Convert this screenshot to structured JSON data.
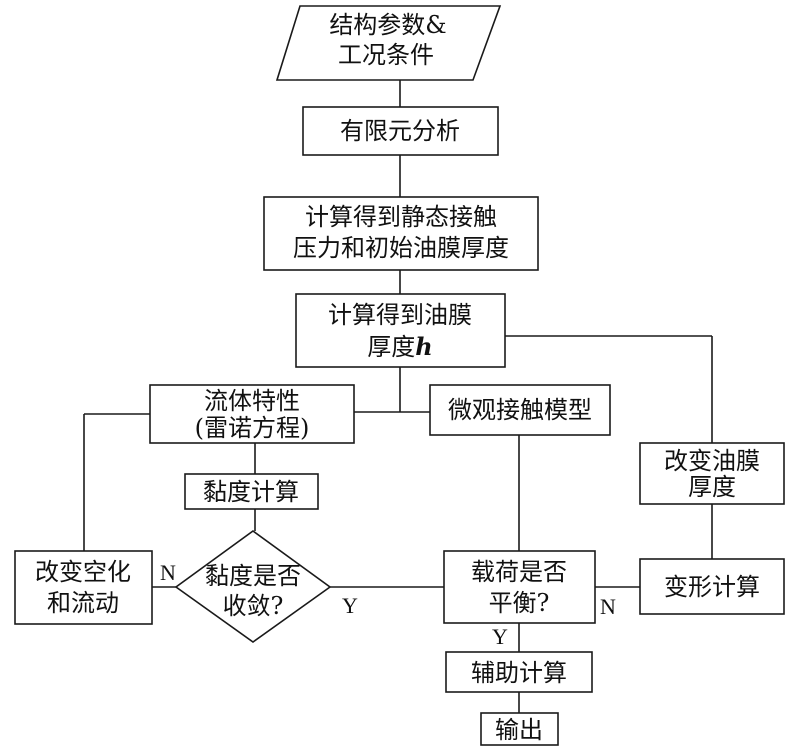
{
  "nodes": {
    "input": [
      "结构参数&",
      "工况条件"
    ],
    "fea": [
      "有限元分析"
    ],
    "static_contact": [
      "计算得到静态接触",
      "压力和初始油膜厚度"
    ],
    "film_thickness": [
      "计算得到油膜",
      "厚度"
    ],
    "film_thickness_var": "h",
    "fluid": [
      "流体特性",
      "(雷诺方程)"
    ],
    "micro_contact": [
      "微观接触模型"
    ],
    "change_film": [
      "改变油膜",
      "厚度"
    ],
    "viscosity_calc": [
      "黏度计算"
    ],
    "viscosity_converged": [
      "黏度是否",
      "收敛?"
    ],
    "change_cavitation": [
      "改变空化",
      "和流动"
    ],
    "load_balance": [
      "载荷是否",
      "平衡?"
    ],
    "deformation": [
      "变形计算"
    ],
    "aux_calc": [
      "辅助计算"
    ],
    "output": [
      "输出"
    ]
  },
  "labels": {
    "viscosity_no": "N",
    "viscosity_yes": "Y",
    "load_no": "N",
    "load_yes": "Y"
  }
}
